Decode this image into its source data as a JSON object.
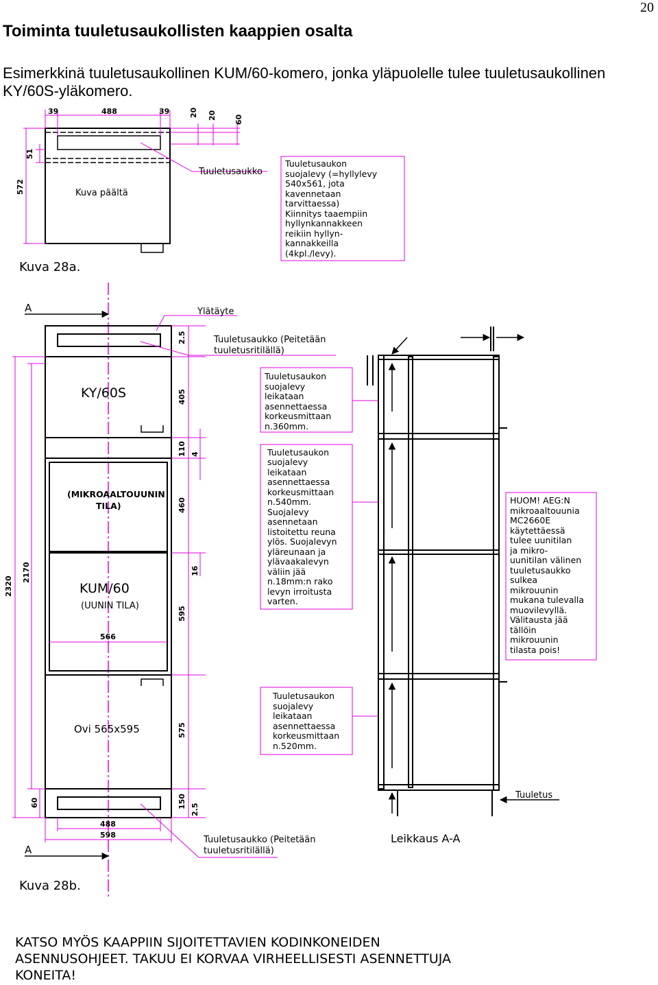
{
  "page_number": "20",
  "heading": "Toiminta tuuletusaukollisten kaappien osalta",
  "intro": "Esimerkkinä tuuletusaukollinen KUM/60-komero, jonka yläpuolelle tulee tuuletusaukollinen KY/60S-yläkomero.",
  "colors": {
    "magenta": "#e000e0",
    "black": "#000000"
  },
  "fig28a": {
    "dims_top": [
      "39",
      "488",
      "39"
    ],
    "dims_right_top": [
      "20",
      "20",
      "60"
    ],
    "dim_left_outer": "572",
    "dim_left_inner": "51",
    "label_top_view": "Kuva päältä",
    "label_vent": "Tuuletusaukko",
    "note_lines": [
      "Tuuletusaukon",
      "suojalevy (=hyllylevy",
      "540x561, jota",
      "kavennetaan",
      "tarvittaessa)",
      "Kiinnitys taaempiin",
      "hyllynkannakkeen",
      "reikiin hyllyn-",
      "kannakkeilla",
      "(4kpl./levy)."
    ],
    "caption": "Kuva 28a."
  },
  "fig28b": {
    "section_mark_top": "A",
    "section_mark_bottom": "A",
    "label_filler": "Ylätäyte",
    "label_vent_top": [
      "Tuuletusaukko (Peitetään",
      "tuuletusritilällä)"
    ],
    "label_vent_bottom": [
      "Tuuletusaukko (Peitetään",
      "tuuletusritilällä)"
    ],
    "cab_upper": "KY/60S",
    "cab_microwave": [
      "(MIKROAALTOUUNIN",
      "TILA)"
    ],
    "cab_oven": [
      "KUM/60",
      "(UUNIN TILA)"
    ],
    "cab_door": "Ovi 565x595",
    "dim_566": "566",
    "dim_488": "488",
    "dim_598": "598",
    "dims_right": [
      "2.5",
      "405",
      "110",
      "4",
      "460",
      "16",
      "595",
      "575",
      "150",
      "2.5"
    ],
    "dims_left": [
      "2320",
      "2170",
      "60"
    ],
    "note1": [
      "Tuuletusaukon",
      "suojalevy",
      "leikataan",
      "asennettaessa",
      "korkeusmittaan",
      "n.360mm."
    ],
    "note2": [
      "Tuuletusaukon",
      "suojalevy",
      "leikataan",
      "asennettaessa",
      "korkeusmittaan",
      "n.540mm.",
      "Suojalevy",
      "asennetaan",
      "listoitettu reuna",
      "ylös. Suojalevyn",
      "yläreunaan ja",
      "ylävaakalevyn",
      "väliin jää",
      "n.18mm:n rako",
      "levyn irroitusta",
      "varten."
    ],
    "note3": [
      "Tuuletusaukon",
      "suojalevy",
      "leikataan",
      "asennettaessa",
      "korkeusmittaan",
      "n.520mm."
    ],
    "note4": [
      "HUOM! AEG:N",
      "mikroaaltouunia",
      "MC2660E",
      "käytettäessä",
      "tulee uunitilan",
      "ja mikro-",
      "uunitilan välinen",
      "tuuletusaukko",
      "sulkea",
      "mikrouunin",
      "mukana tulevalla",
      "muovilevyllä.",
      "Välitausta jää",
      "tällöin",
      "mikrouunin",
      "tilasta pois!"
    ],
    "label_ventilation": "Tuuletus",
    "label_section": "Leikkaus A-A",
    "caption": "Kuva 28b."
  },
  "footer_lines": [
    "KATSO MYÖS KAAPPIIN SIJOITETTAVIEN KODINKONEIDEN",
    "ASENNUSOHJEET. TAKUU EI KORVAA VIRHEELLISESTI ASENNETTUJA",
    "KONEITA!"
  ]
}
